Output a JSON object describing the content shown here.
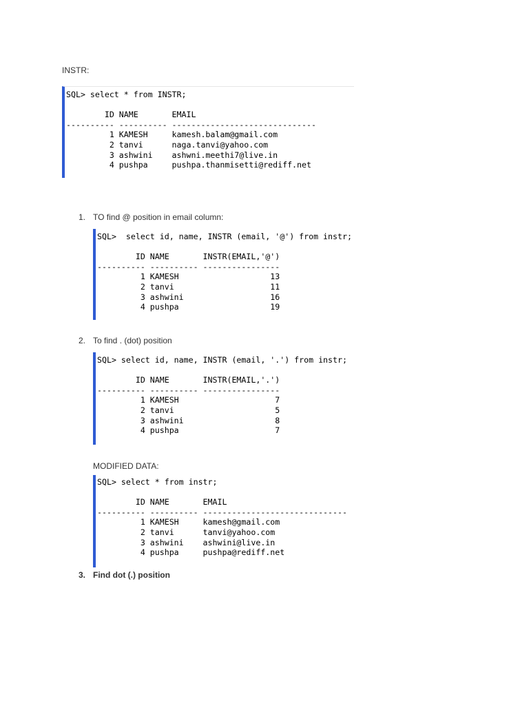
{
  "page_heading": "INSTR:",
  "blocks": [
    {
      "lines": [
        "SQL> select * from INSTR;",
        "",
        "        ID NAME       EMAIL",
        "---------- ---------- ------------------------------",
        "         1 KAMESH     kamesh.balam@gmail.com",
        "         2 tanvi      naga.tanvi@yahoo.com",
        "         3 ashwini    ashwni.meethi7@live.in",
        "         4 pushpa     pushpa.thanmisetti@rediff.net"
      ]
    },
    {
      "lines": [
        "SQL>  select id, name, INSTR (email, '@') from instr;",
        "",
        "        ID NAME       INSTR(EMAIL,'@')",
        "---------- ---------- ----------------",
        "         1 KAMESH                   13",
        "         2 tanvi                    11",
        "         3 ashwini                  16",
        "         4 pushpa                   19"
      ]
    },
    {
      "lines": [
        "SQL> select id, name, INSTR (email, '.') from instr;",
        "",
        "        ID NAME       INSTR(EMAIL,'.')",
        "---------- ---------- ----------------",
        "         1 KAMESH                    7",
        "         2 tanvi                     5",
        "         3 ashwini                   8",
        "         4 pushpa                    7"
      ]
    },
    {
      "lines": [
        "SQL> select * from instr;",
        "",
        "        ID NAME       EMAIL",
        "---------- ---------- ------------------------------",
        "         1 KAMESH     kamesh@gmail.com",
        "         2 tanvi      tanvi@yahoo.com",
        "         3 ashwini    ashwini@live.in",
        "         4 pushpa     pushpa@rediff.net"
      ]
    }
  ],
  "list": [
    {
      "num": "1.",
      "text": "TO find @ position in email column:"
    },
    {
      "num": "2.",
      "text": "To find  . (dot) position"
    },
    {
      "num": "3.",
      "text": "Find dot (.) position"
    }
  ],
  "modified_label": "MODIFIED DATA:"
}
